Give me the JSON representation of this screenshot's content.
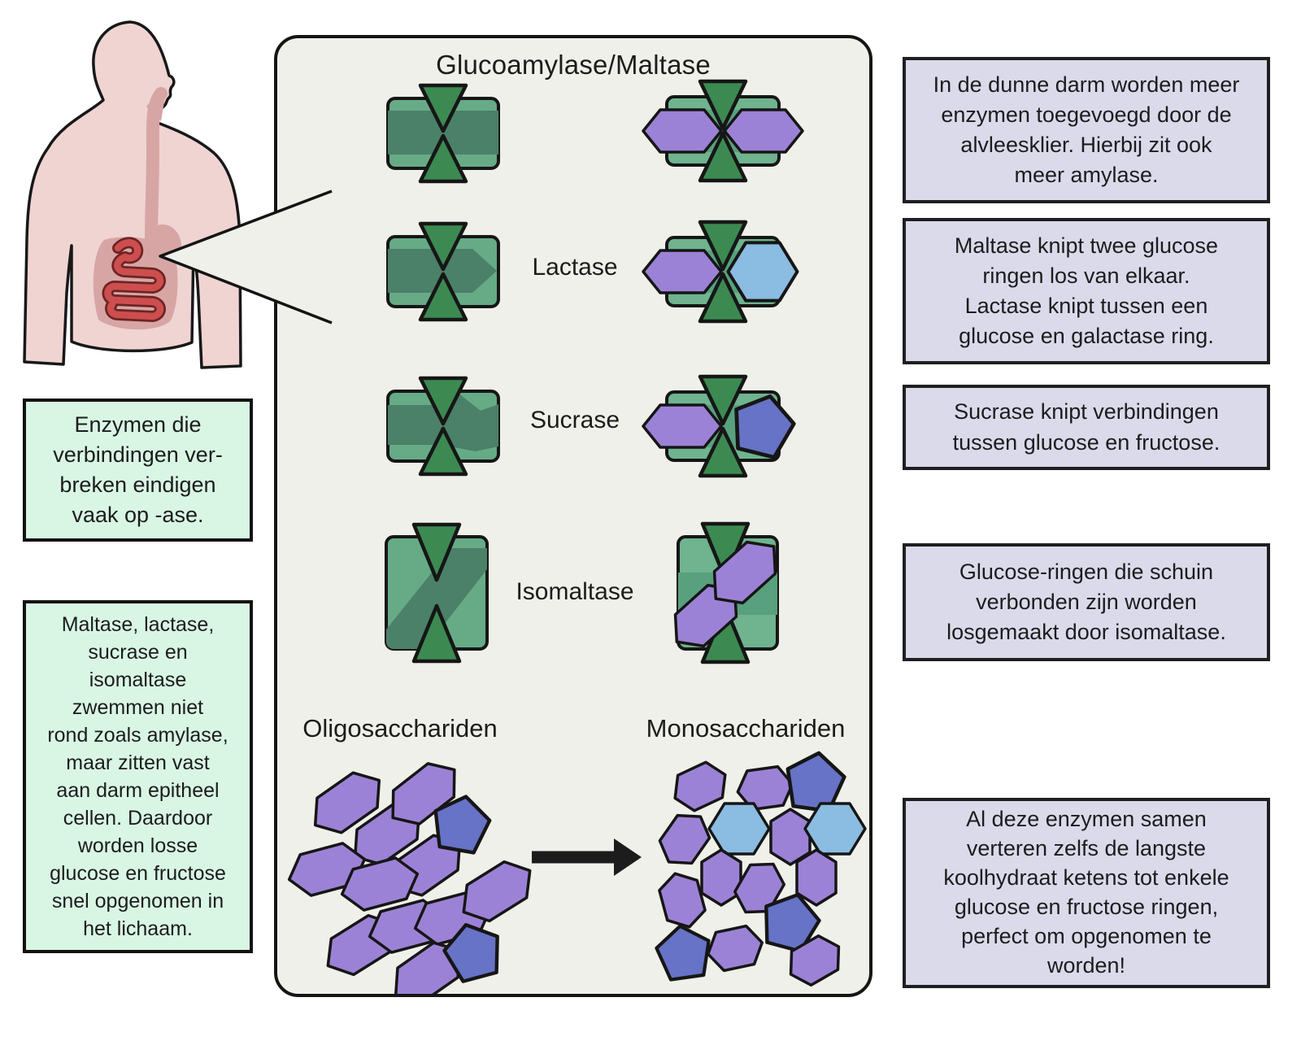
{
  "colors": {
    "panel_bg": "#f0f0ea",
    "mint_note_bg": "#d9f6e5",
    "lavender_note_bg": "#dbdaeb",
    "enzyme_green_light": "#66ab86",
    "enzyme_green_dark": "#4b8069",
    "enzyme_triangle_green": "#3c8a52",
    "glucose_purple": "#9c82d6",
    "galactose_light_blue": "#8bbce1",
    "fructose_dark_blue": "#6673c6",
    "intestine_red": "#cd4e4e",
    "skin_pink": "#efd4d2",
    "digestive_tract_pink": "#d8a5a5",
    "outline_black": "#161616"
  },
  "panel": {
    "title": "Glucoamylase/Maltase",
    "row_labels": {
      "lactase": "Lactase",
      "sucrase": "Sucrase",
      "isomaltase": "Isomaltase"
    },
    "oligo_label": "Oligosacchariden",
    "mono_label": "Monosacchariden"
  },
  "left_notes": {
    "note1": "Enzymen die\nverbindingen ver-\nbreken eindigen\nvaak op -ase.",
    "note2": "Maltase, lactase,\nsucrase en\nisomaltase\nzwemmen niet\nrond zoals amylase,\nmaar zitten vast\naan darm epitheel\ncellen. Daardoor\nworden losse\nglucose en fructose\nsnel opgenomen in\nhet lichaam."
  },
  "right_notes": {
    "note1": "In de dunne darm worden meer\nenzymen toegevoegd door de\nalvleesklier. Hierbij zit ook\nmeer amylase.",
    "note2": "Maltase knipt twee glucose\nringen los van elkaar.\nLactase knipt tussen een\nglucose en galactase ring.",
    "note3": "Sucrase knipt verbindingen\ntussen glucose en fructose.",
    "note4": "Glucose-ringen die schuin\nverbonden zijn worden\nlosgemaakt door isomaltase.",
    "note5": "Al deze enzymen samen\nverteren zelfs de langste\nkoolhydraat ketens tot enkele\nglucose en fructose ringen,\nperfect om opgenomen te\nworden!"
  }
}
